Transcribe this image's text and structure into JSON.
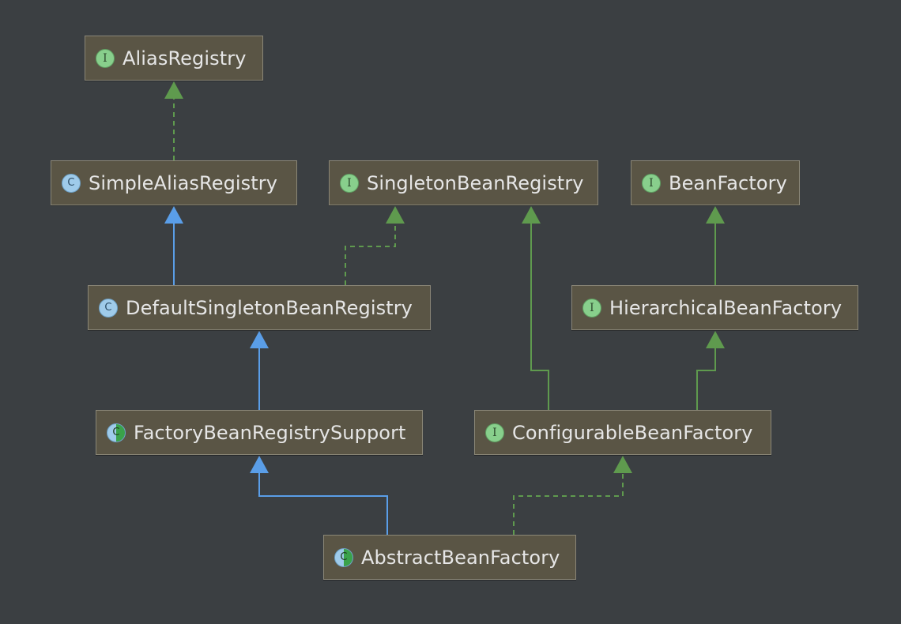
{
  "nodes": {
    "alias_registry": {
      "name": "AliasRegistry",
      "kind": "interface",
      "badge": "I"
    },
    "simple_alias_registry": {
      "name": "SimpleAliasRegistry",
      "kind": "class",
      "badge": "C"
    },
    "singleton_bean_registry": {
      "name": "SingletonBeanRegistry",
      "kind": "interface",
      "badge": "I"
    },
    "bean_factory": {
      "name": "BeanFactory",
      "kind": "interface",
      "badge": "I"
    },
    "default_singleton_bean_registry": {
      "name": "DefaultSingletonBeanRegistry",
      "kind": "class",
      "badge": "C"
    },
    "hierarchical_bean_factory": {
      "name": "HierarchicalBeanFactory",
      "kind": "interface",
      "badge": "I"
    },
    "factory_bean_registry_support": {
      "name": "FactoryBeanRegistrySupport",
      "kind": "abstract-class",
      "badge": "C"
    },
    "configurable_bean_factory": {
      "name": "ConfigurableBeanFactory",
      "kind": "interface",
      "badge": "I"
    },
    "abstract_bean_factory": {
      "name": "AbstractBeanFactory",
      "kind": "abstract-class",
      "badge": "C"
    }
  },
  "edges": [
    {
      "from": "simple_alias_registry",
      "to": "alias_registry",
      "type": "implements"
    },
    {
      "from": "default_singleton_bean_registry",
      "to": "simple_alias_registry",
      "type": "extends"
    },
    {
      "from": "default_singleton_bean_registry",
      "to": "singleton_bean_registry",
      "type": "implements"
    },
    {
      "from": "hierarchical_bean_factory",
      "to": "bean_factory",
      "type": "extends-interface"
    },
    {
      "from": "factory_bean_registry_support",
      "to": "default_singleton_bean_registry",
      "type": "extends"
    },
    {
      "from": "configurable_bean_factory",
      "to": "singleton_bean_registry",
      "type": "extends-interface"
    },
    {
      "from": "configurable_bean_factory",
      "to": "hierarchical_bean_factory",
      "type": "extends-interface"
    },
    {
      "from": "abstract_bean_factory",
      "to": "factory_bean_registry_support",
      "type": "extends"
    },
    {
      "from": "abstract_bean_factory",
      "to": "configurable_bean_factory",
      "type": "implements"
    }
  ],
  "colors": {
    "background": "#3b3f42",
    "node_fill": "#5a5545",
    "node_border": "#8a8677",
    "text": "#e6e6e6",
    "extends_class": "#5a9ee8",
    "interface_relation": "#5f9a4e",
    "interface_badge": "#88cf8c",
    "class_badge": "#9fcbea",
    "abstract_badge_accent": "#3aa24a"
  }
}
